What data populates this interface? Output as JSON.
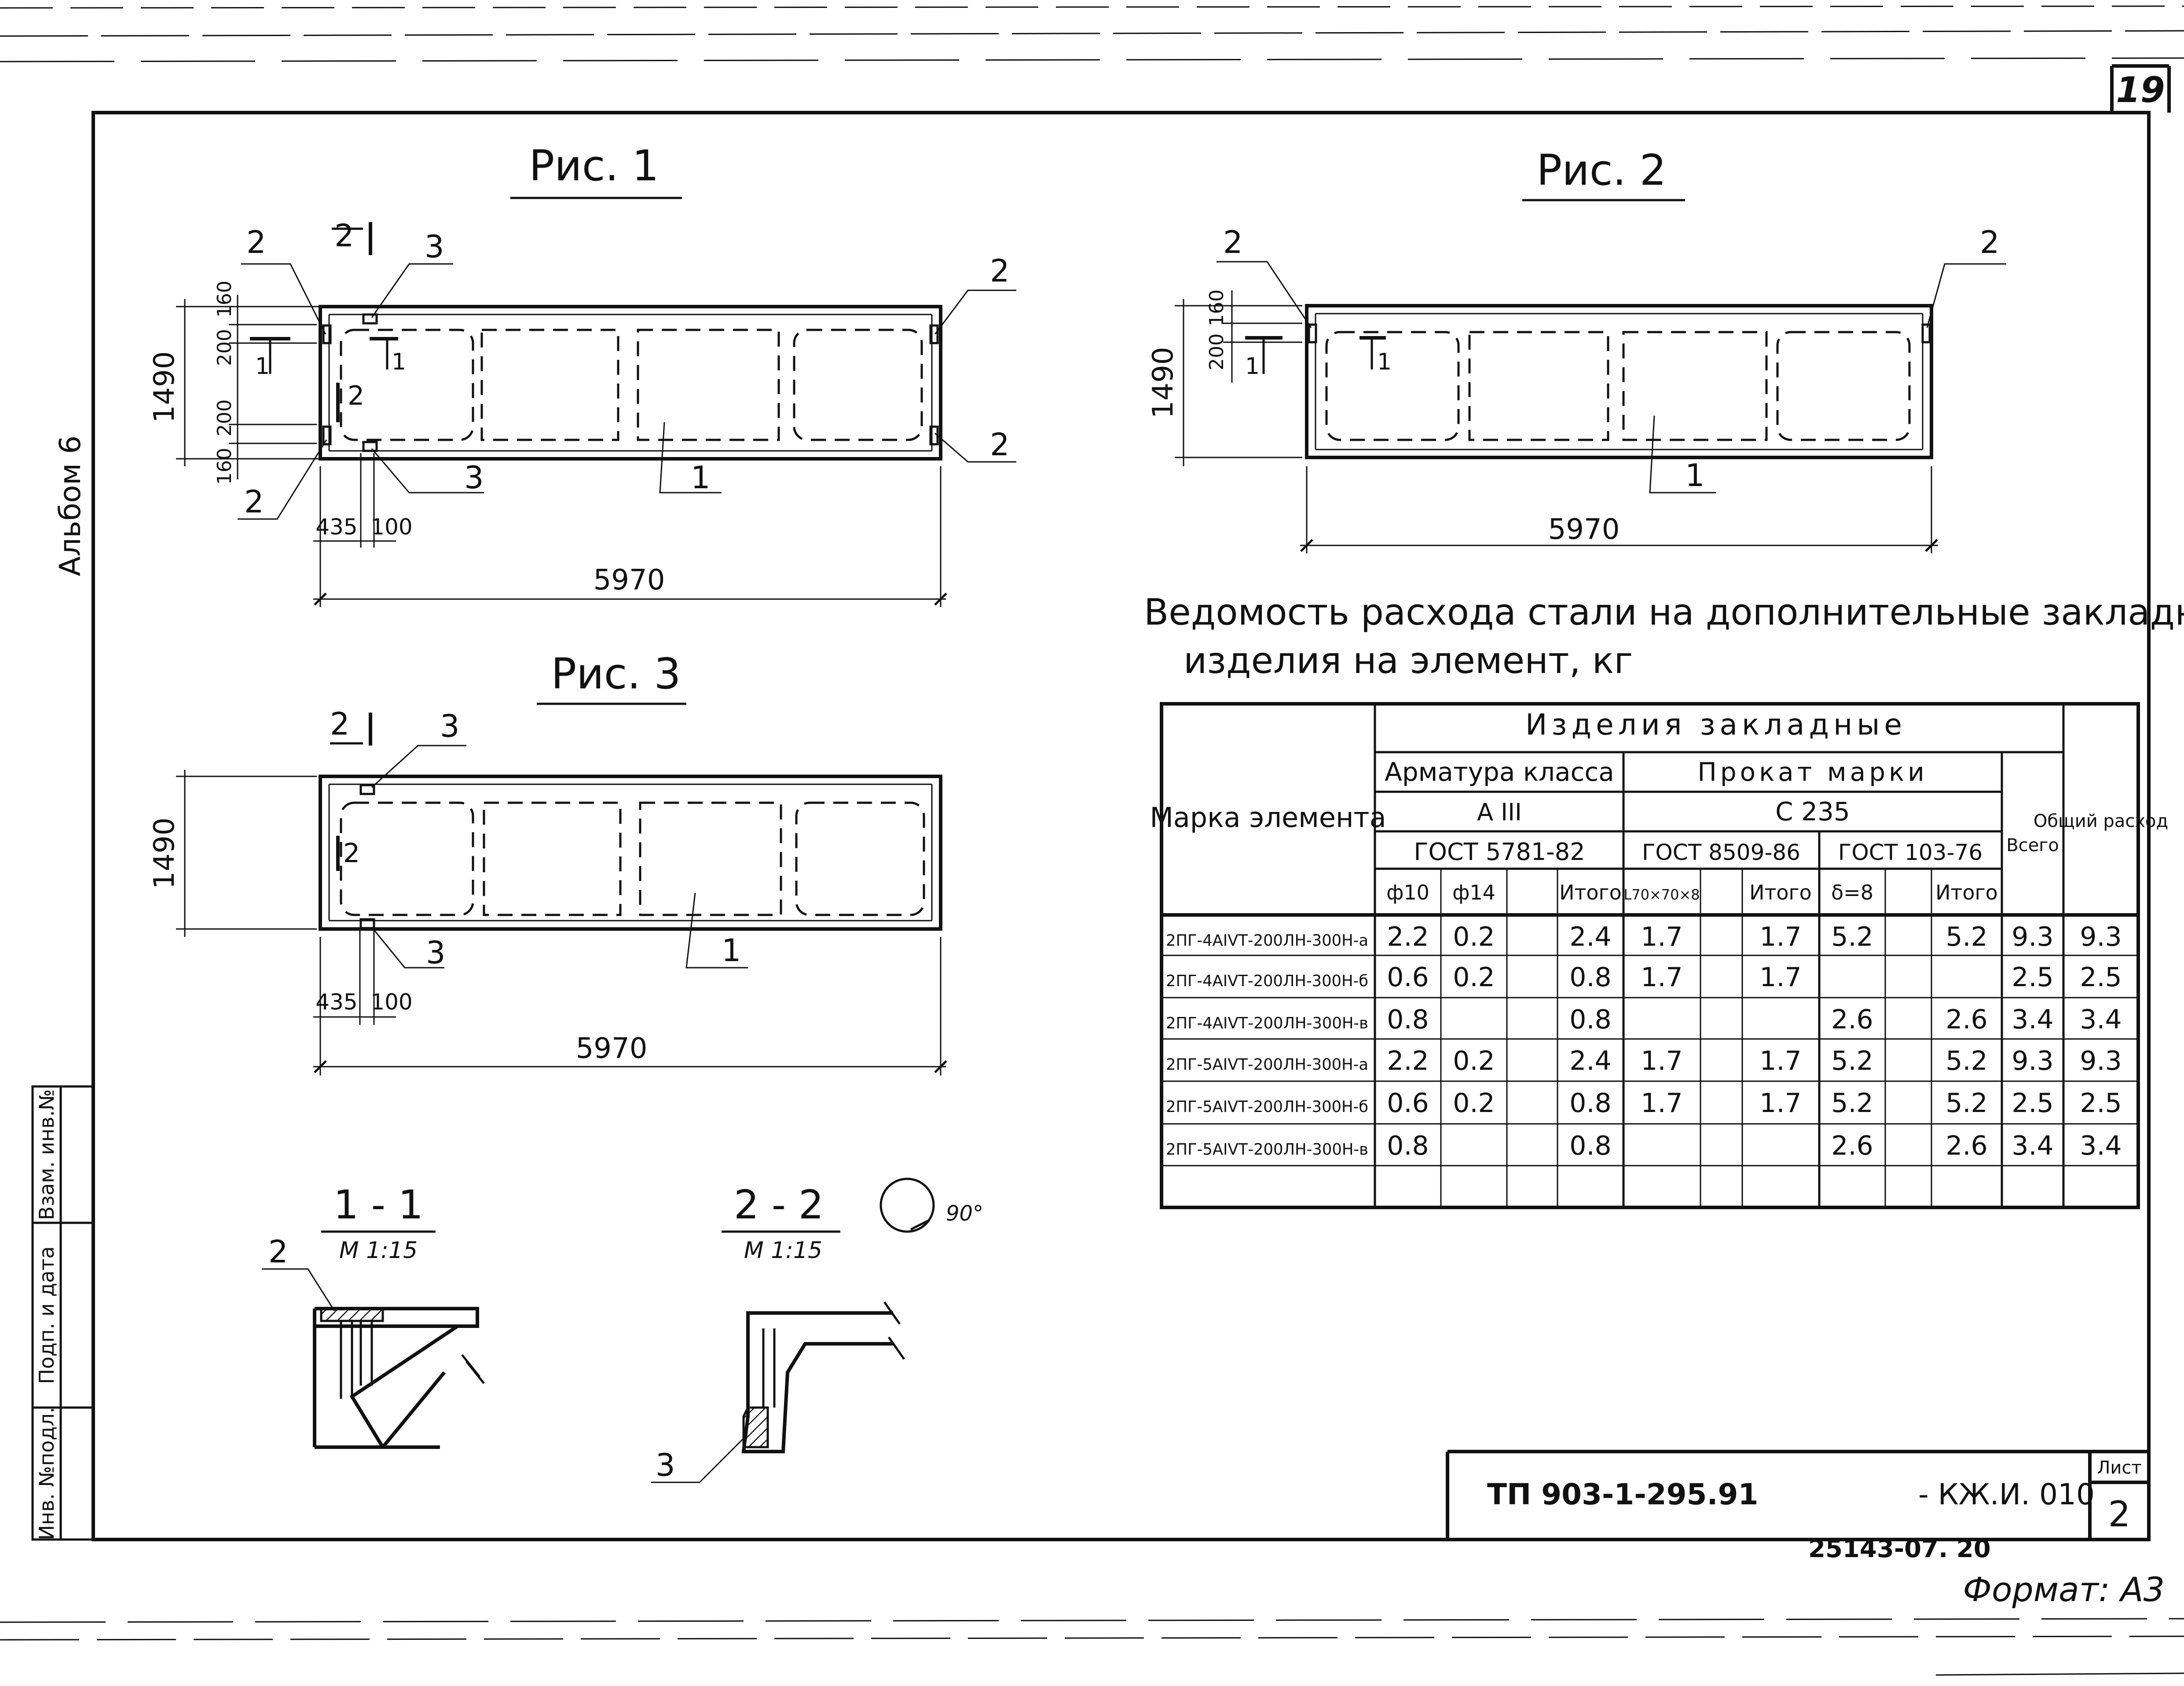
{
  "sheet_number": "19",
  "album_label": "Альбом 6",
  "format": "Формат: А3",
  "archive_number": "25143-07. 20",
  "side_stamp": {
    "inv_no": "Инв. №подл.",
    "sign_date": "Подп. и дата",
    "replace_inv": "Взам. инв.№"
  },
  "fig1": {
    "title": "Рис. 1",
    "dims": {
      "length": "5970",
      "height": "1490",
      "d160_top": "160",
      "d200_top": "200",
      "d200_bot": "200",
      "d160_bot": "160",
      "d435": "435",
      "d100": "100"
    },
    "callouts": {
      "c1": "1",
      "c2a": "2",
      "c2b": "2",
      "c2c": "2",
      "c2d": "2",
      "c3a": "3",
      "c3b": "3"
    },
    "section_marks": {
      "s2": "2",
      "s1": "1",
      "s1b": "1",
      "s2b": "2"
    }
  },
  "fig2": {
    "title": "Рис. 2",
    "dims": {
      "length": "5970",
      "height": "1490",
      "d200": "200",
      "d160": "160"
    },
    "callouts": {
      "c1": "1",
      "c2a": "2",
      "c2b": "2"
    },
    "section_marks": {
      "s1": "1",
      "s1b": "1"
    }
  },
  "fig3": {
    "title": "Рис. 3",
    "dims": {
      "length": "5970",
      "height": "1490",
      "d435": "435",
      "d100": "100"
    },
    "callouts": {
      "c1": "1",
      "c3a": "3",
      "c3b": "3"
    },
    "section_marks": {
      "s2": "2",
      "s2b": "2"
    }
  },
  "section11": {
    "title": "1 - 1",
    "scale": "М 1:15",
    "callout": "2"
  },
  "section22": {
    "title": "2 - 2",
    "scale": "М 1:15",
    "rotation": "90°",
    "callout": "3"
  },
  "table": {
    "title_line1": "Ведомость расхода стали на дополнительные закладные",
    "title_line2": "изделия на элемент, кг",
    "header": {
      "mark": "Марка элемента",
      "items": "Изделия закладные",
      "rebar_class": "Арматура класса",
      "rebar_grade": "А III",
      "rebar_gost": "ГОСТ 5781-82",
      "rolled": "Прокат марки",
      "rolled_grade": "С 235",
      "rolled_gost1": "ГОСТ 8509-86",
      "rolled_gost2": "ГОСТ 103-76",
      "total": "Всего",
      "overall": "Общий расход",
      "cols": [
        "ф10",
        "ф14",
        "",
        "Итого",
        "L70×70×8",
        "",
        "Итого",
        "δ=8",
        "",
        "Итого"
      ]
    },
    "rows": [
      {
        "mark": "2ПГ-4АIVТ-200ЛН-300Н-а",
        "cells": [
          "2.2",
          "0.2",
          "",
          "2.4",
          "1.7",
          "",
          "1.7",
          "5.2",
          "",
          "5.2"
        ],
        "total": "9.3",
        "overall": "9.3"
      },
      {
        "mark": "2ПГ-4АIVТ-200ЛН-300Н-б",
        "cells": [
          "0.6",
          "0.2",
          "",
          "0.8",
          "1.7",
          "",
          "1.7",
          "",
          "",
          ""
        ],
        "total": "2.5",
        "overall": "2.5"
      },
      {
        "mark": "2ПГ-4АIVТ-200ЛН-300Н-в",
        "cells": [
          "0.8",
          "",
          "",
          "0.8",
          "",
          "",
          "",
          "2.6",
          "",
          "2.6"
        ],
        "total": "3.4",
        "overall": "3.4"
      },
      {
        "mark": "2ПГ-5АIVТ-200ЛН-300Н-а",
        "cells": [
          "2.2",
          "0.2",
          "",
          "2.4",
          "1.7",
          "",
          "1.7",
          "5.2",
          "",
          "5.2"
        ],
        "total": "9.3",
        "overall": "9.3"
      },
      {
        "mark": "2ПГ-5АIVТ-200ЛН-300Н-б",
        "cells": [
          "0.6",
          "0.2",
          "",
          "0.8",
          "1.7",
          "",
          "1.7",
          "5.2",
          "",
          "5.2"
        ],
        "total": "2.5",
        "overall": "2.5"
      },
      {
        "mark": "2ПГ-5АIVТ-200ЛН-300Н-в",
        "cells": [
          "0.8",
          "",
          "",
          "0.8",
          "",
          "",
          "",
          "2.6",
          "",
          "2.6"
        ],
        "total": "3.4",
        "overall": "3.4"
      },
      {
        "mark": "",
        "cells": [
          "",
          "",
          "",
          "",
          "",
          "",
          "",
          "",
          "",
          ""
        ],
        "total": "",
        "overall": ""
      }
    ]
  },
  "title_block": {
    "code": "ТП 903-1-295.91",
    "suffix": "- КЖ.И. 010",
    "sheet_label": "Лист",
    "sheet_value": "2"
  }
}
